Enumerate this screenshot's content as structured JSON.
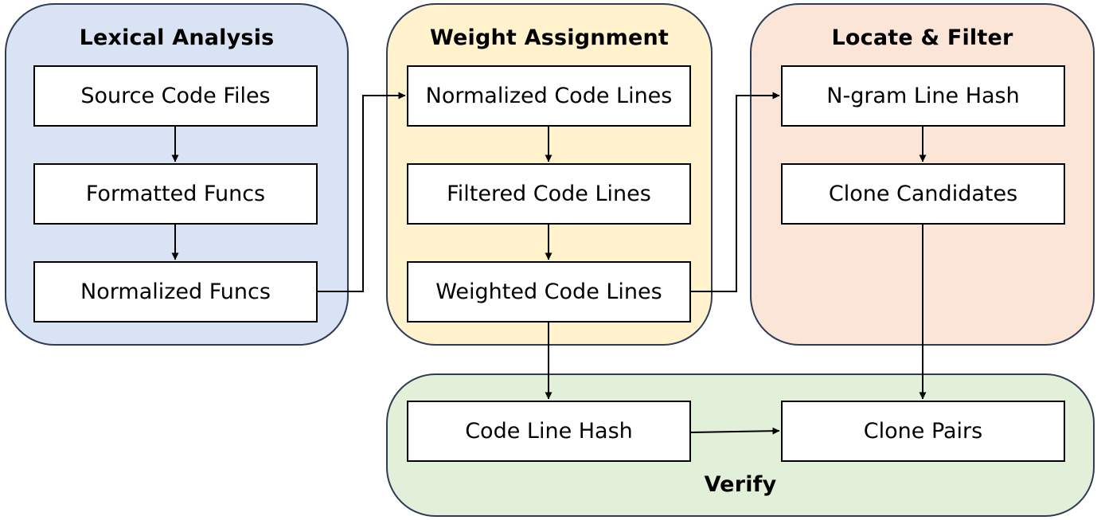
{
  "colors": {
    "lexical_fill": "#dae3f3",
    "weight_fill": "#fff2cc",
    "locate_fill": "#fbe5d6",
    "verify_fill": "#e2f0d9",
    "panel_border": "#2f3b57",
    "node_border": "#000000",
    "arrow": "#000000"
  },
  "panels": {
    "lexical": {
      "title": "Lexical Analysis",
      "nodes": [
        "Source Code Files",
        "Formatted Funcs",
        "Normalized Funcs"
      ]
    },
    "weight": {
      "title": "Weight Assignment",
      "nodes": [
        "Normalized Code Lines",
        "Filtered Code Lines",
        "Weighted Code Lines"
      ]
    },
    "locate": {
      "title": "Locate & Filter",
      "nodes": [
        "N-gram Line Hash",
        "Clone Candidates"
      ]
    },
    "verify": {
      "title": "Verify",
      "nodes": [
        "Code Line Hash",
        "Clone Pairs"
      ]
    }
  }
}
